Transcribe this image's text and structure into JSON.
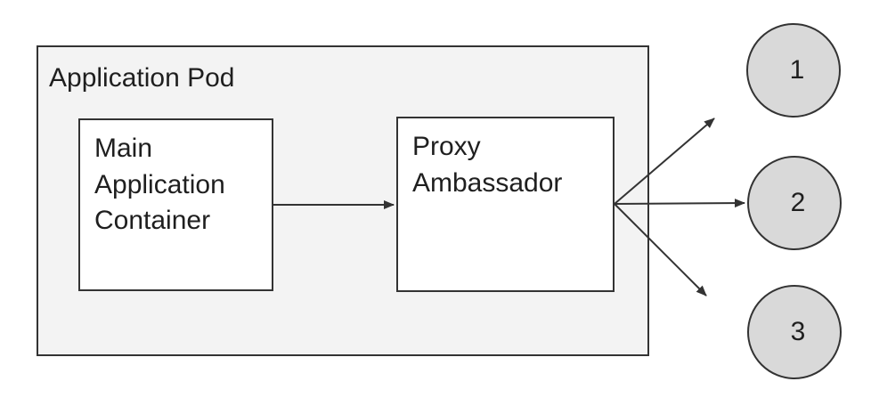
{
  "diagram": {
    "pod": {
      "label": "Application Pod"
    },
    "nodes": [
      {
        "id": "main-application-container",
        "label": "Main Application Container"
      },
      {
        "id": "proxy-ambassador",
        "label": "Proxy Ambassador"
      }
    ],
    "endpoints": [
      {
        "label": "1"
      },
      {
        "label": "2"
      },
      {
        "label": "3"
      }
    ],
    "connections": [
      {
        "from": "main-application-container",
        "to": "proxy-ambassador"
      },
      {
        "from": "proxy-ambassador",
        "to": "endpoint-1"
      },
      {
        "from": "proxy-ambassador",
        "to": "endpoint-2"
      },
      {
        "from": "proxy-ambassador",
        "to": "endpoint-3"
      }
    ],
    "colors": {
      "canvas_bg": "#ffffff",
      "pod_fill": "#f3f3f3",
      "node_fill": "#ffffff",
      "endpoint_fill": "#d9d9d9",
      "stroke": "#333333",
      "text": "#1f1f1f"
    }
  }
}
